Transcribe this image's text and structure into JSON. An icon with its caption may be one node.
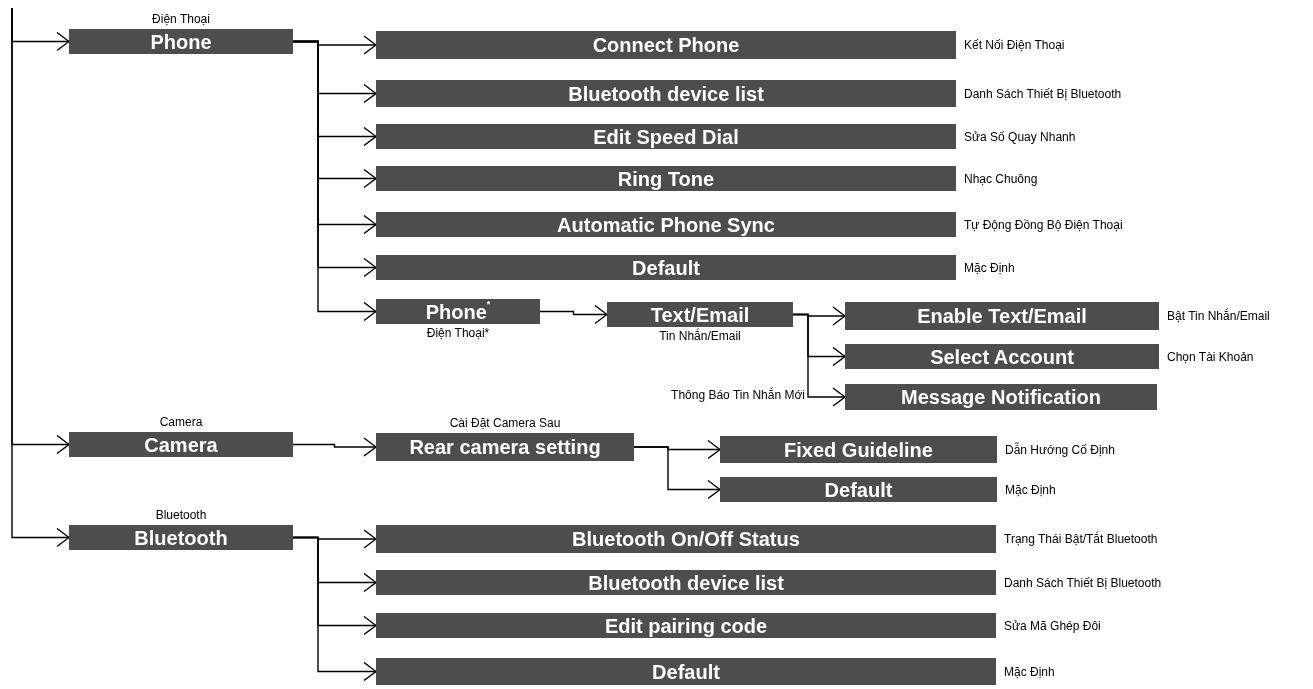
{
  "diagram": {
    "nodes": [
      {
        "text": [
          "Phone"
        ],
        "beside": [
          "Điện Thoại"
        ]
      },
      {
        "text": [
          "Connect Phone"
        ],
        "beside": [
          "Kết Nối Điện Thoại"
        ]
      },
      {
        "text": [
          "Bluetooth device list"
        ],
        "beside": [
          "Danh Sách Thiết Bị Bluetooth"
        ]
      },
      {
        "text": [
          "Edit Speed Dial"
        ],
        "beside": [
          "Sửa Số Quay Nhanh"
        ]
      },
      {
        "text": [
          "Ring Tone"
        ],
        "beside": [
          "Nhạc Chuông"
        ]
      },
      {
        "text": [
          "Automatic Phone Sync"
        ],
        "beside": [
          "Tự Động Đồng Bộ Điện Thoại"
        ]
      },
      {
        "text": [
          "Default"
        ],
        "beside": [
          "Mặc Định"
        ]
      },
      {
        "text": [
          "Phone$^{*}$"
        ],
        "beside": [
          "Điện Thoại*"
        ]
      },
      {
        "text": [
          "Text/Email"
        ],
        "beside": [
          "Tin Nhắn/Email"
        ]
      },
      {
        "text": [
          "Enable Text/Email"
        ],
        "beside": [
          "Bật Tin Nhắn/Email"
        ]
      },
      {
        "text": [
          "Select Account"
        ],
        "beside": [
          "Chọn Tài Khoản"
        ]
      },
      {
        "text": [
          "Message Notification"
        ],
        "beside": [
          "Thông Báo Tin Nhắn Mới"
        ]
      },
      {
        "text": [
          "Camera"
        ],
        "beside": [
          "Camera"
        ]
      },
      {
        "text": [
          "Rear camera setting"
        ],
        "beside": [
          "Cài Đặt Camera Sau"
        ]
      },
      {
        "text": [
          "Fixed Guideline"
        ],
        "beside": [
          "Dẫn Hướng Cố Định"
        ]
      },
      {
        "text": [
          "Default"
        ],
        "beside": [
          "Mặc Định"
        ]
      },
      {
        "text": [
          "Bluetooth"
        ],
        "beside": [
          "Bluetooth"
        ]
      },
      {
        "text": [
          "Bluetooth On/Off Status"
        ],
        "beside": [
          "Trạng Thái Bật/Tắt Bluetooth"
        ]
      },
      {
        "text": [
          "Bluetooth device list"
        ],
        "beside": [
          "Danh Sách Thiết Bị Bluetooth"
        ]
      },
      {
        "text": [
          "Edit pairing code"
        ],
        "beside": [
          "Sửa Mã Ghép Đôi"
        ]
      },
      {
        "text": [
          "Default"
        ],
        "beside": [
          "Mặc Định"
        ]
      }
    ],
    "edges": [
      {
        "from": null,
        "to": 0,
        "arrow": "to"
      },
      {
        "from": null,
        "to": 12,
        "arrow": "to"
      },
      {
        "from": null,
        "to": 16,
        "arrow": "to"
      },
      {
        "from": 0,
        "to": 1,
        "arrow": "to"
      },
      {
        "from": 0,
        "to": 2,
        "arrow": "to"
      },
      {
        "from": 0,
        "to": 3,
        "arrow": "to"
      },
      {
        "from": 0,
        "to": 4,
        "arrow": "to"
      },
      {
        "from": 0,
        "to": 5,
        "arrow": "to"
      },
      {
        "from": 0,
        "to": 6,
        "arrow": "to"
      },
      {
        "from": 0,
        "to": 7,
        "arrow": "to"
      },
      {
        "from": 7,
        "to": 8,
        "arrow": "to"
      },
      {
        "from": 8,
        "to": 9,
        "arrow": "to"
      },
      {
        "from": 8,
        "to": 10,
        "arrow": "to"
      },
      {
        "from": 8,
        "to": 11,
        "arrow": "to"
      },
      {
        "from": 12,
        "to": 13,
        "arrow": "to"
      },
      {
        "from": 13,
        "to": 14,
        "arrow": "to"
      },
      {
        "from": 13,
        "to": 15,
        "arrow": "to"
      },
      {
        "from": 16,
        "to": 17,
        "arrow": "to"
      },
      {
        "from": 16,
        "to": 18,
        "arrow": "to"
      },
      {
        "from": 16,
        "to": 19,
        "arrow": "to"
      },
      {
        "from": 16,
        "to": 20,
        "arrow": "to"
      }
    ]
  }
}
